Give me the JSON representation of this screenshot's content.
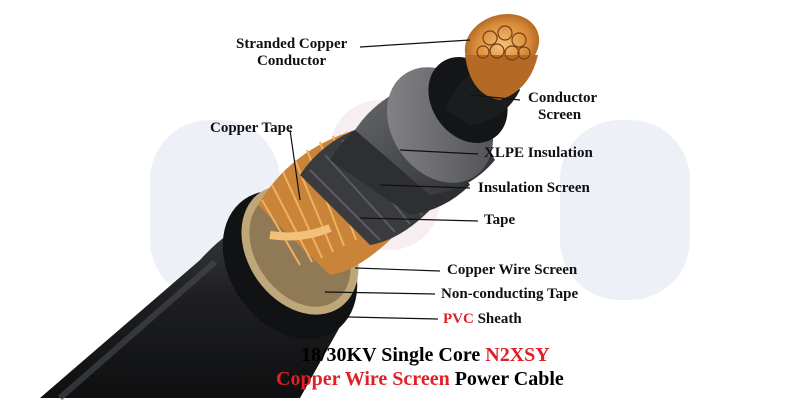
{
  "colors": {
    "leader": "#111111",
    "accent_red": "#e01f26",
    "sheath": "#202224",
    "copper": "#d98b3a",
    "watermark": "#eef0f7"
  },
  "labels": {
    "stranded_copper_line1": "Stranded Copper",
    "stranded_copper_line2": "Conductor",
    "conductor_screen_line1": "Conductor",
    "conductor_screen_line2": "Screen",
    "copper_tape": "Copper Tape",
    "xlpe_insulation": "XLPE Insulation",
    "insulation_screen": "Insulation Screen",
    "tape": "Tape",
    "copper_wire_screen": "Copper Wire Screen",
    "non_conducting_tape": "Non-conducting Tape",
    "pvc": "PVC",
    "sheath": "Sheath"
  },
  "caption": {
    "line1_prefix": "18/30KV Single Core",
    "line1_model": "N2XSY",
    "line2_red": "Copper Wire Screen",
    "line2_rest": "Power Cable"
  }
}
